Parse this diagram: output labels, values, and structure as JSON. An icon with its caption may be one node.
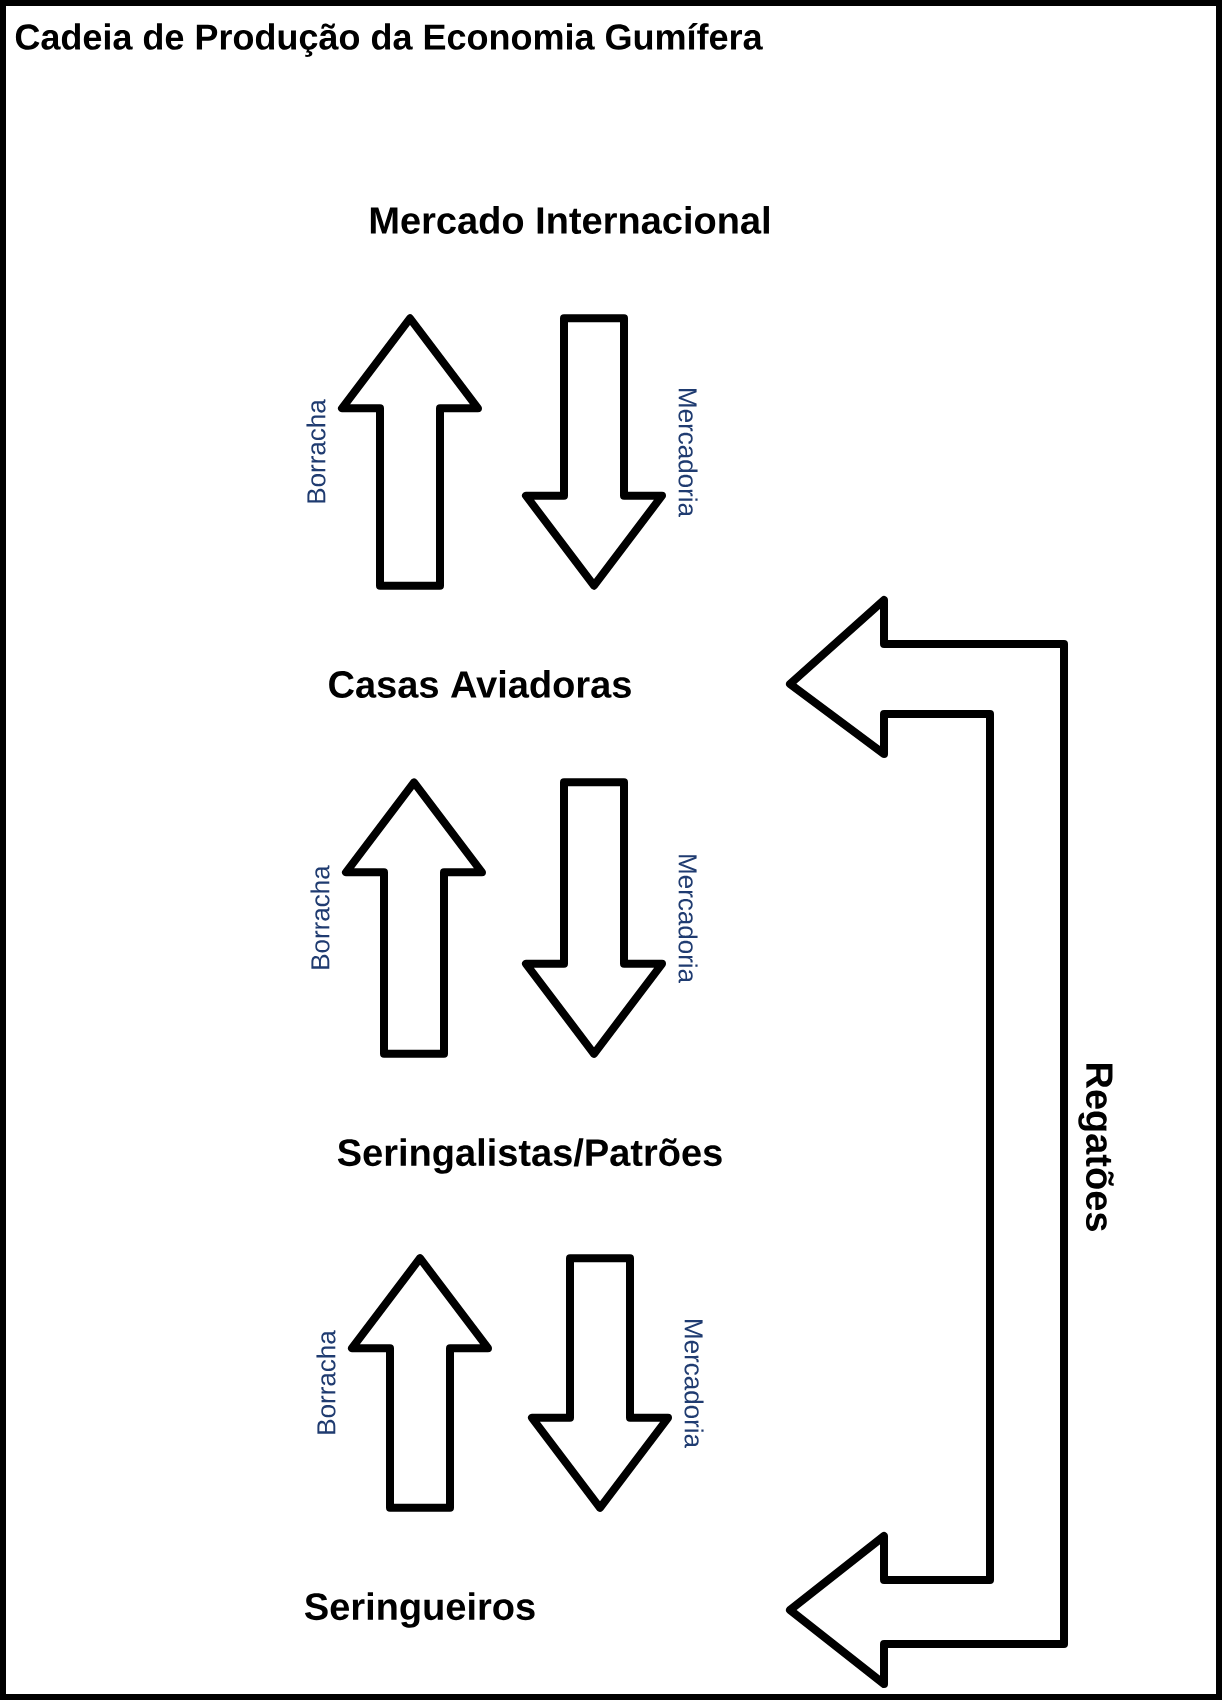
{
  "diagram": {
    "title": "Cadeia de Produção da Economia Gumífera",
    "nodes": [
      {
        "text": [
          "Mercado Internacional"
        ]
      },
      {
        "text": [
          "Casas Aviadoras"
        ]
      },
      {
        "text": [
          "Seringalistas/Patrões"
        ]
      },
      {
        "text": [
          "Seringueiros"
        ]
      }
    ],
    "edges": [
      {
        "from": 1,
        "to": 0,
        "arrow": "to",
        "label": "Borracha"
      },
      {
        "from": 0,
        "to": 1,
        "arrow": "to",
        "label": "Mercadoria"
      },
      {
        "from": 2,
        "to": 1,
        "arrow": "to",
        "label": "Borracha"
      },
      {
        "from": 1,
        "to": 2,
        "arrow": "to",
        "label": "Mercadoria"
      },
      {
        "from": 3,
        "to": 2,
        "arrow": "to",
        "label": "Borracha"
      },
      {
        "from": 2,
        "to": 3,
        "arrow": "to",
        "label": "Mercadoria"
      },
      {
        "from": 1,
        "to": 3,
        "arrow": "both",
        "label": "Regatões"
      }
    ]
  }
}
